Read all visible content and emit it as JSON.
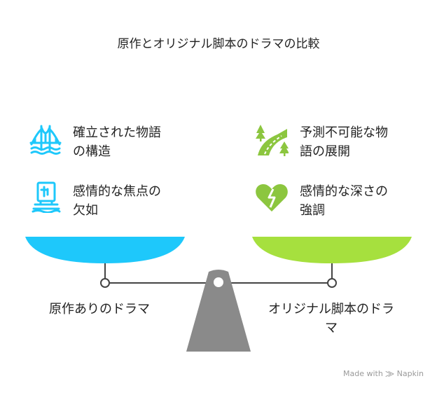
{
  "title": "原作とオリジナル脚本のドラマの比較",
  "left": {
    "label": "原作ありのドラマ",
    "color": "#1ec8fb",
    "points": [
      {
        "line1": "確立された物語",
        "line2": "の構造",
        "icon": "bridge-icon"
      },
      {
        "line1": "感情的な焦点の",
        "line2": "欠如",
        "icon": "pedestal-icon"
      }
    ]
  },
  "right": {
    "label_line1": "オリジナル脚本のドラ",
    "label_line2": "マ",
    "color": "#a6e03e",
    "points": [
      {
        "line1": "予測不可能な物",
        "line2": "語の展開",
        "icon": "winding-road-icon"
      },
      {
        "line1": "感情的な深さの",
        "line2": "強調",
        "icon": "broken-heart-icon"
      }
    ]
  },
  "icon_color": "#1ec8fb",
  "icon_color_right": "#8cc63f",
  "fulcrum_color": "#8a8a8a",
  "watermark": "Made with ⨠ Napkin"
}
